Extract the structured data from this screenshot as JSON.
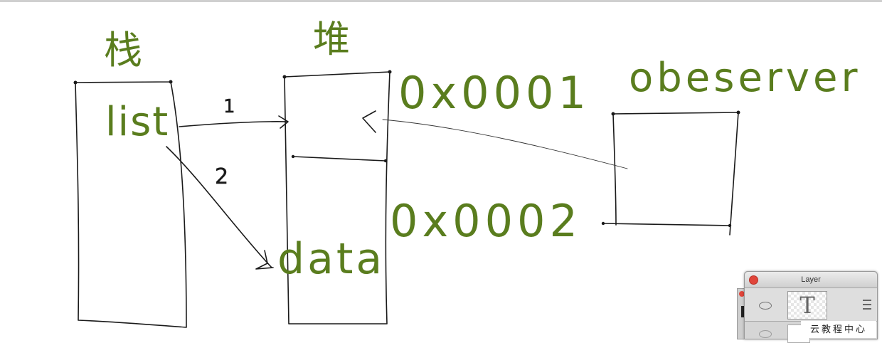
{
  "diagram": {
    "stack_label": "栈",
    "heap_label": "堆",
    "list_label": "list",
    "data_label": "data",
    "address_1": "0x0001",
    "address_2": "0x0002",
    "observer_label": "obeserver",
    "arrow_1_label": "1",
    "arrow_2_label": "2"
  },
  "layer_panel": {
    "title": "Layer",
    "thumb_glyph": "T"
  },
  "watermark": "云教程中心",
  "colors": {
    "label_green": "#5a7d1e",
    "ink": "#1a1a1a"
  }
}
